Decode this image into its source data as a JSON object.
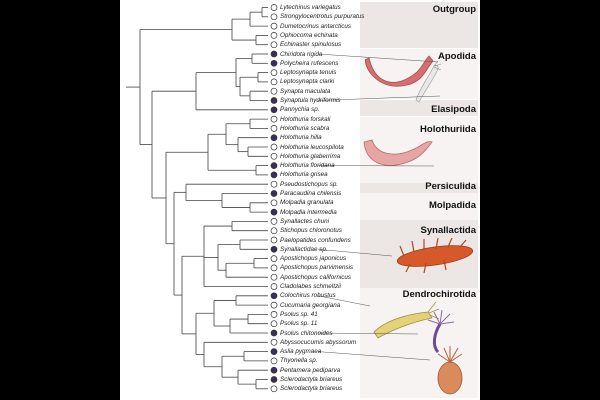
{
  "clades": [
    {
      "name": "Outgroup"
    },
    {
      "name": "Apodida"
    },
    {
      "name": "Elasipoda"
    },
    {
      "name": "Holothuriida"
    },
    {
      "name": "Persiculida"
    },
    {
      "name": "Molpadida"
    },
    {
      "name": "Synallactida"
    },
    {
      "name": "Dendrochirotida"
    }
  ],
  "node_colors": {
    "filled": "#3b2f5a",
    "open": "#ffffff",
    "stroke": "#333333",
    "line": "#444444"
  },
  "taxa": [
    {
      "name": "Lytechinus variegatus",
      "marker": "open"
    },
    {
      "name": "Strongylocentrotus purpuratus",
      "marker": "open"
    },
    {
      "name": "Dumetocrinus antarcticus",
      "marker": "open"
    },
    {
      "name": "Ophiocoma echinata",
      "marker": "open"
    },
    {
      "name": "Echinaster spinulosus",
      "marker": "open"
    },
    {
      "name": "Chiridota rigida",
      "marker": "filled"
    },
    {
      "name": "Polycheira rufescens",
      "marker": "filled"
    },
    {
      "name": "Leptosynapta tenuis",
      "marker": "open"
    },
    {
      "name": "Leptosynapta clarki",
      "marker": "open"
    },
    {
      "name": "Synapta maculata",
      "marker": "open"
    },
    {
      "name": "Synaptula hydriformis",
      "marker": "filled"
    },
    {
      "name": "Pannychia sp.",
      "marker": "filled"
    },
    {
      "name": "Holothuria forskali",
      "marker": "open"
    },
    {
      "name": "Holothuria scabra",
      "marker": "open"
    },
    {
      "name": "Holothuria hilla",
      "marker": "filled"
    },
    {
      "name": "Holothuria leucospilota",
      "marker": "open"
    },
    {
      "name": "Holothuria glaberrima",
      "marker": "open"
    },
    {
      "name": "Holothuria floridana",
      "marker": "filled"
    },
    {
      "name": "Holothuria grisea",
      "marker": "filled"
    },
    {
      "name": "Pseudostichopus sp.",
      "marker": "open"
    },
    {
      "name": "Paracaudina chilensis",
      "marker": "filled"
    },
    {
      "name": "Molpadia granulata",
      "marker": "open"
    },
    {
      "name": "Molpadia intermedia",
      "marker": "filled"
    },
    {
      "name": "Synallactes chuni",
      "marker": "open"
    },
    {
      "name": "Stichopus chloronotus",
      "marker": "open"
    },
    {
      "name": "Paelopatides confundens",
      "marker": "open"
    },
    {
      "name": "Synallactidae sp.",
      "marker": "filled"
    },
    {
      "name": "Apostichopus japonicus",
      "marker": "open"
    },
    {
      "name": "Apostichopus parvimensis",
      "marker": "open"
    },
    {
      "name": "Apostichopus californicus",
      "marker": "open"
    },
    {
      "name": "Cladolabes schmeltzii",
      "marker": "open"
    },
    {
      "name": "Colochirus robustus",
      "marker": "filled"
    },
    {
      "name": "Cucumaria georgiana",
      "marker": "open"
    },
    {
      "name": "Psolus sp. 41",
      "marker": "open"
    },
    {
      "name": "Psolus sp. 11",
      "marker": "open"
    },
    {
      "name": "Psolus chitonoides",
      "marker": "filled"
    },
    {
      "name": "Abyssocucumis abyssorum",
      "marker": "open"
    },
    {
      "name": "Aslia pygmaea",
      "marker": "filled"
    },
    {
      "name": "Thyonella sp.",
      "marker": "open"
    },
    {
      "name": "Pentamera pediparva",
      "marker": "filled"
    },
    {
      "name": "Sclerodactyla briareus",
      "marker": "filled"
    },
    {
      "name": "Sclerodactyla briareus",
      "marker": "open"
    }
  ]
}
